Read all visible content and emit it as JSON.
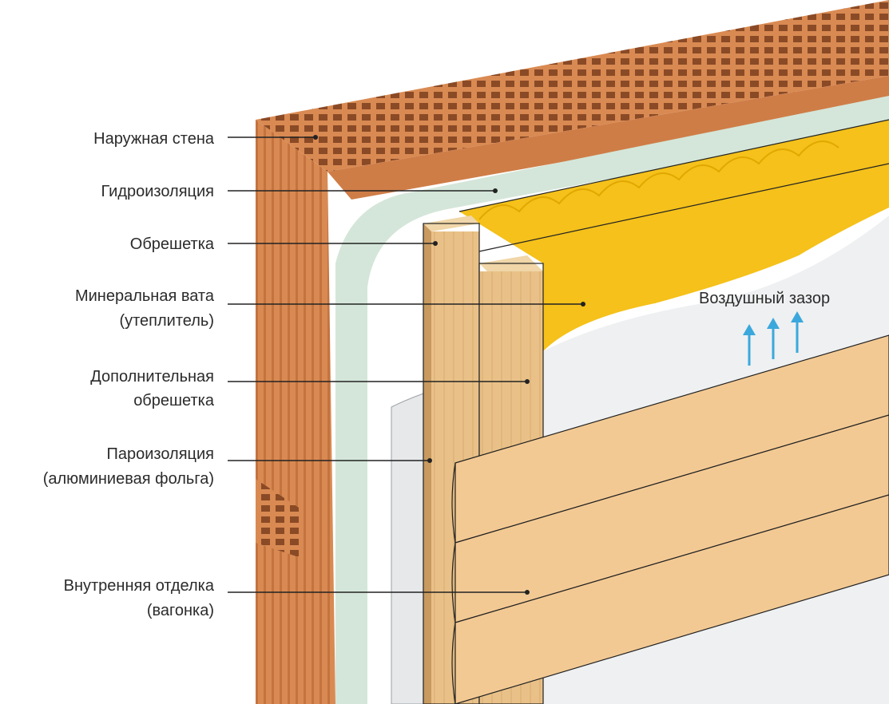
{
  "labels": {
    "outer_wall": "Наружная стена",
    "waterproofing": "Гидроизоляция",
    "lathing": "Обрешетка",
    "mineral_wool_1": "Минеральная вата",
    "mineral_wool_2": "(утеплитель)",
    "extra_lathing_1": "Дополнительная",
    "extra_lathing_2": "обрешетка",
    "vapor_barrier_1": "Пароизоляция",
    "vapor_barrier_2": "(алюминиевая фольга)",
    "inner_finish_1": "Внутренняя отделка",
    "inner_finish_2": "(вагонка)"
  },
  "air_gap_label": "Воздушный зазор",
  "colors": {
    "brick": "#d98a52",
    "brick_dark": "#b8663a",
    "waterproofing": "#d4e6d9",
    "wool": "#f5c11a",
    "timber": "#e9c188",
    "foil": "#e6e8ea",
    "panel": "#f3c993",
    "arrow": "#3aa8dc"
  },
  "icons": [
    "air-flow-arrow",
    "air-flow-arrow",
    "air-flow-arrow"
  ]
}
